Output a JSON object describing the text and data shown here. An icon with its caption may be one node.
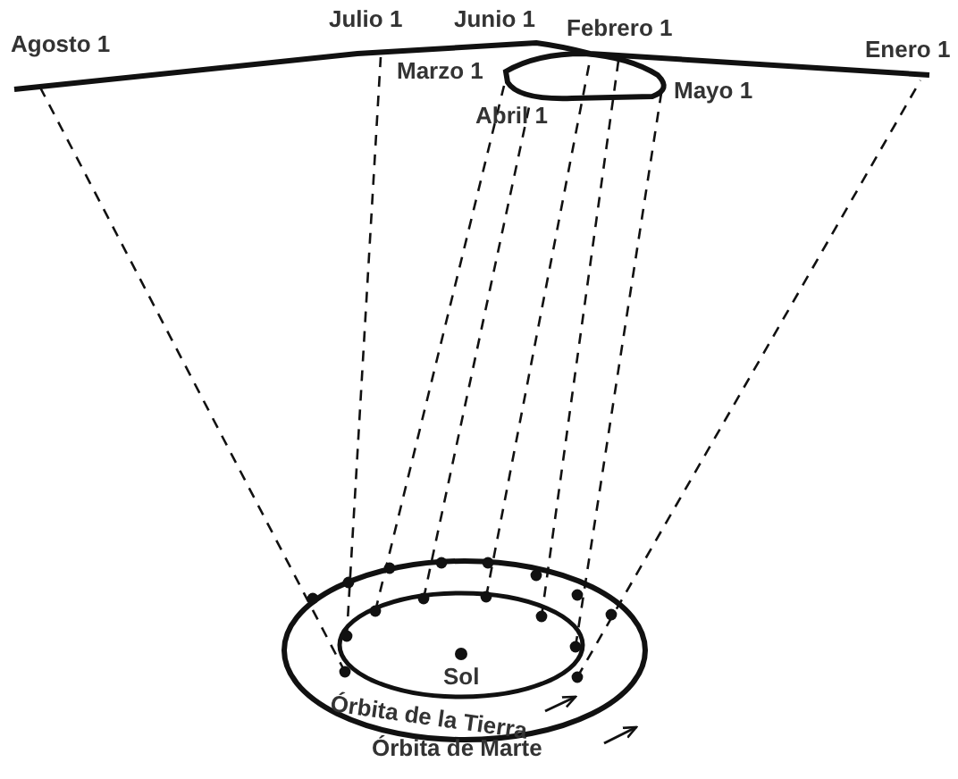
{
  "diagram": {
    "labels": [
      "Julio 1",
      "Junio 1",
      "Agosto 1",
      "Febrero 1",
      "Enero 1",
      "Marzo 1",
      "Mayo 1",
      "Abril 1",
      "Sol",
      "Órbita de la Tierra",
      "Órbita de Marte"
    ]
  }
}
